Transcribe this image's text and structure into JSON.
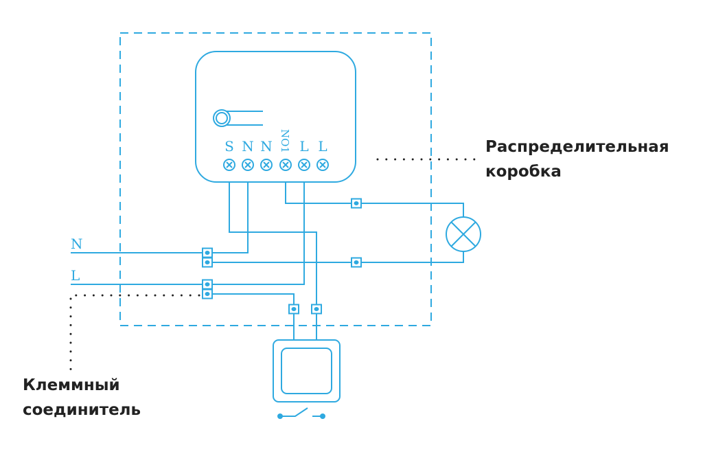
{
  "device": {
    "terminals": [
      "S",
      "N",
      "N",
      "NO1",
      "L",
      "L"
    ]
  },
  "inputs": {
    "neutral": "N",
    "line": "L"
  },
  "callouts": {
    "junction_box": [
      "Распределительная",
      "коробка"
    ],
    "terminal_connector": [
      "Клеммный",
      "соединитель"
    ]
  },
  "colors": {
    "wire": "#2ea9e0",
    "text": "#222222"
  }
}
